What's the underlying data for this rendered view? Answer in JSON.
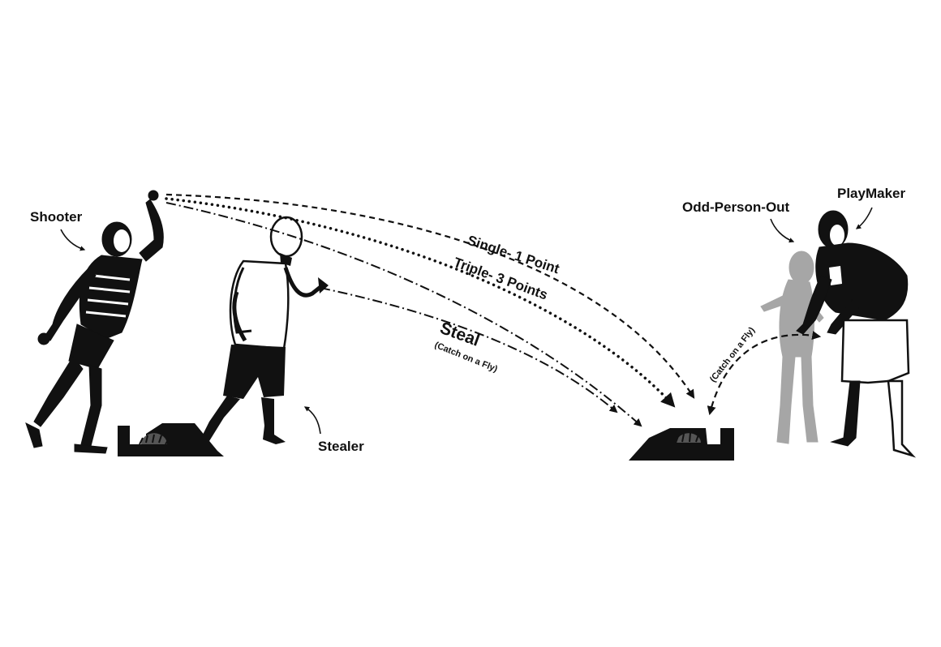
{
  "roles": {
    "shooter": "Shooter",
    "stealer": "Stealer",
    "odd_person_out": "Odd-Person-Out",
    "playmaker": "PlayMaker"
  },
  "throws": {
    "single": "Single- 1 Point",
    "triple": "Triple- 3 Points",
    "steal": "Steal",
    "steal_note": "(Catch on a Fly)",
    "catch_note": "(Catch on a Fly)"
  },
  "colors": {
    "ink": "#111111",
    "faded_figure": "#9a9a9a",
    "background": "#ffffff"
  }
}
